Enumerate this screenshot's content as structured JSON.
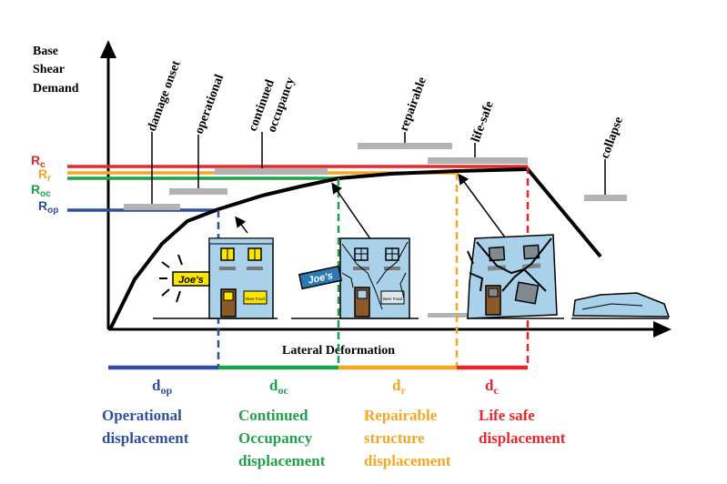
{
  "y_axis_label": [
    "Base",
    "Shear",
    "Demand"
  ],
  "x_axis_label": "Lateral Deformation",
  "levels": [
    {
      "id": "damage-onset",
      "lines": [
        "damage onset"
      ]
    },
    {
      "id": "operational",
      "lines": [
        "operational"
      ]
    },
    {
      "id": "continued-occupancy",
      "lines": [
        "continued",
        "occupancy"
      ]
    },
    {
      "id": "repairable",
      "lines": [
        "repairable"
      ]
    },
    {
      "id": "life-safe",
      "lines": [
        "life-safe"
      ]
    },
    {
      "id": "collapse",
      "lines": [
        "collapse"
      ]
    }
  ],
  "demand_levels": [
    {
      "main": "R",
      "sub": "c",
      "color": "#e8262c"
    },
    {
      "main": "R",
      "sub": "r",
      "color": "#f5a623"
    },
    {
      "main": "R",
      "sub": "oc",
      "color": "#1fa14a"
    },
    {
      "main": "R",
      "sub": "op",
      "color": "#2e4fa0"
    }
  ],
  "displacements": [
    {
      "main": "d",
      "sub": "op",
      "color": "#2e4fa0",
      "caption": [
        "Operational",
        "displacement"
      ]
    },
    {
      "main": "d",
      "sub": "oc",
      "color": "#1fa14a",
      "caption": [
        "Continued",
        "Occupancy",
        "displacement"
      ]
    },
    {
      "main": "d",
      "sub": "r",
      "color": "#f5a623",
      "caption": [
        "Repairable",
        "structure",
        "displacement"
      ]
    },
    {
      "main": "d",
      "sub": "c",
      "color": "#e8262c",
      "caption": [
        "Life safe",
        "displacement"
      ]
    }
  ],
  "signs": {
    "shop": "Joe's",
    "door_sign": "Beer Food"
  },
  "colors": {
    "building": "#a9d1ea",
    "window": "#ffe600",
    "door": "#8b5a2b",
    "bar": "#b3b3b3"
  }
}
